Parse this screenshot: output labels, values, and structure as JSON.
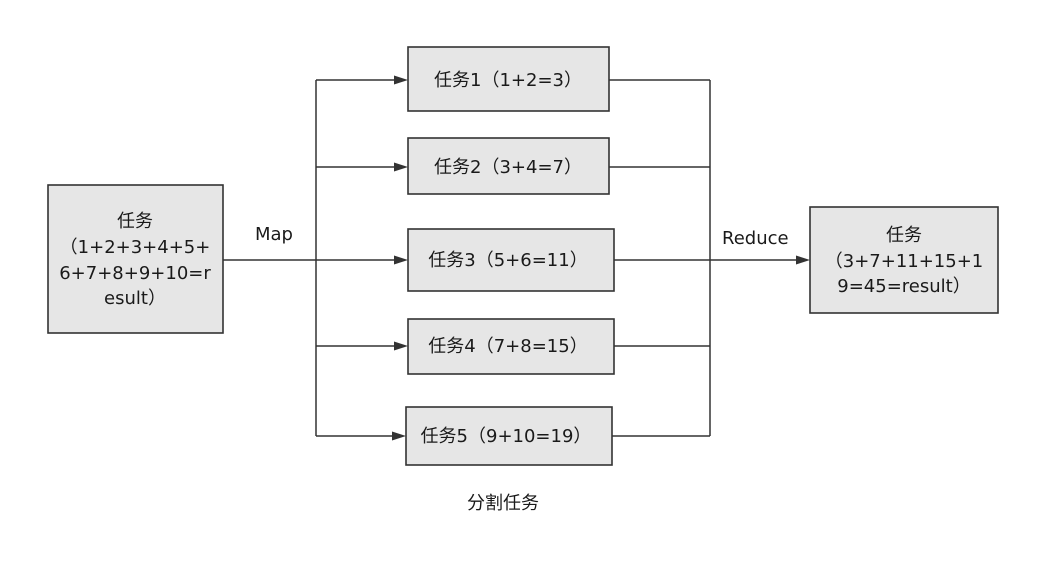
{
  "diagram": {
    "source": {
      "lines": [
        "任务",
        "（1+2+3+4+5+",
        "6+7+8+9+10=r",
        "esult）"
      ]
    },
    "map_label": "Map",
    "tasks": [
      {
        "label": "任务1（1+2=3）"
      },
      {
        "label": "任务2（3+4=7）"
      },
      {
        "label": "任务3（5+6=11）"
      },
      {
        "label": "任务4（7+8=15）"
      },
      {
        "label": "任务5（9+10=19）"
      }
    ],
    "reduce_label": "Reduce",
    "result": {
      "lines": [
        "任务",
        "（3+7+11+15+1",
        "9=45=result）"
      ]
    },
    "caption": "分割任务"
  },
  "colors": {
    "box_fill": "#e6e6e6",
    "stroke": "#333333",
    "text": "#1a1a1a"
  }
}
